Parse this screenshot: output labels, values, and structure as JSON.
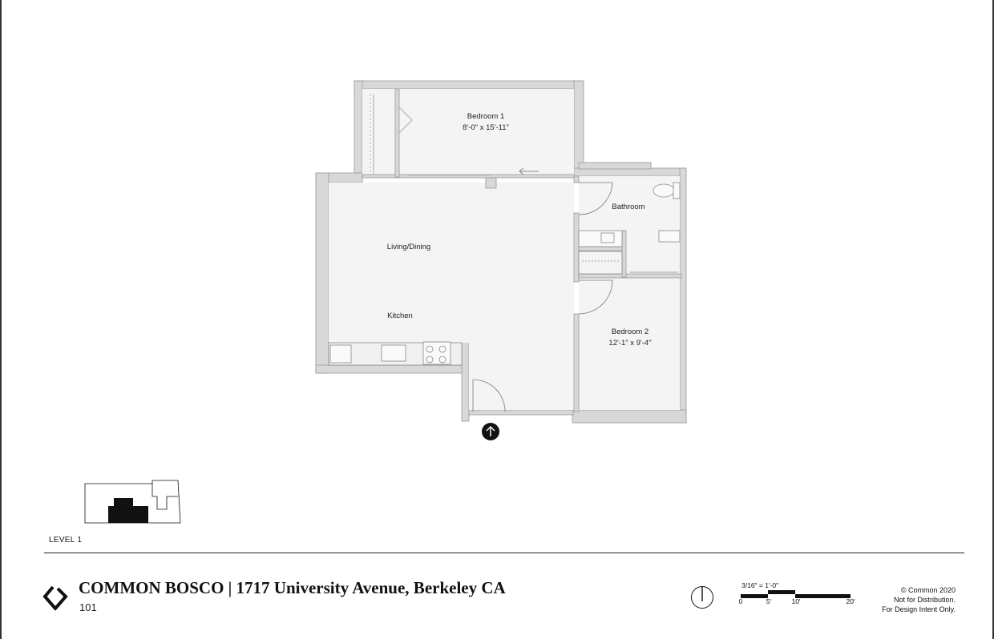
{
  "rooms": {
    "bedroom1": {
      "name": "Bedroom 1",
      "dims": "8'-0\" x 15'-11\""
    },
    "bathroom": {
      "name": "Bathroom"
    },
    "living_dining": {
      "name": "Living/Dining"
    },
    "kitchen": {
      "name": "Kitchen"
    },
    "bedroom2": {
      "name": "Bedroom 2",
      "dims": "12'-1\" x 9'-4\""
    }
  },
  "key_plan": {
    "level": "LEVEL 1"
  },
  "title_block": {
    "project": "COMMON BOSCO | 1717 University Avenue, Berkeley CA",
    "unit": "101"
  },
  "scale": {
    "ratio": "3/16\" = 1'-0\"",
    "ticks": [
      "0",
      "5'",
      "10'",
      "20'"
    ]
  },
  "notice": {
    "line1": "© Common 2020",
    "line2": "Not for Distribution.",
    "line3": "For Design Intent Only."
  },
  "icons": {
    "entry": "entry-arrow-icon",
    "north": "north-arrow-icon",
    "logo": "common-logo-icon"
  },
  "colors": {
    "floor": "#f4f4f4",
    "wall": "#d8d8d8",
    "wall_line": "#9a9a9a",
    "ink": "#111111"
  }
}
